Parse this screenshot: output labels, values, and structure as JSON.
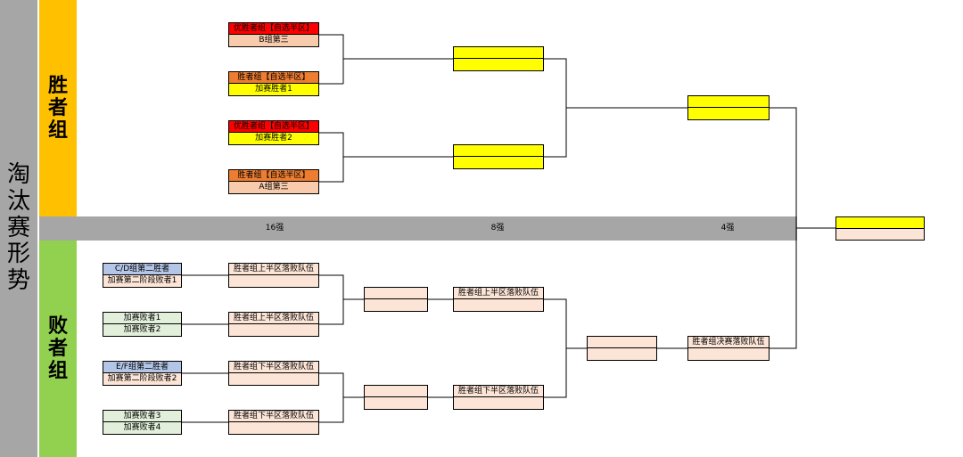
{
  "title": [
    "淘",
    "汰",
    "赛",
    "形",
    "势"
  ],
  "sections": {
    "winners": [
      "胜",
      "者",
      "组"
    ],
    "losers": [
      "败",
      "者",
      "组"
    ]
  },
  "rounds": [
    "16强",
    "8强",
    "4强"
  ],
  "colors": {
    "red": "#ff0000",
    "orange": "#ed7d31",
    "salmon": "#f8cbad",
    "yellow": "#ffff00",
    "cream": "#fce4d6",
    "blue": "#b4c6e7",
    "green": "#e2efda",
    "panel_gray": "#a6a6a6",
    "winners_orange": "#ffc000",
    "losers_green": "#92d050"
  },
  "winners_r16": [
    {
      "top": "优胜者组【自选半区】",
      "bottom": "B组第三"
    },
    {
      "top": "胜者组【自选半区】",
      "bottom": "加赛胜者1"
    },
    {
      "top": "优胜者组【自选半区】",
      "bottom": "加赛胜者2"
    },
    {
      "top": "胜者组【自选半区】",
      "bottom": "A组第三"
    }
  ],
  "losers_r1": [
    {
      "top": "C/D组第二胜者",
      "bottom": "加赛第二阶段败者1"
    },
    {
      "top": "加赛败者1",
      "bottom": "加赛败者2"
    },
    {
      "top": "E/F组第二胜者",
      "bottom": "加赛第二阶段败者2"
    },
    {
      "top": "加赛败者3",
      "bottom": "加赛败者4"
    }
  ],
  "losers_r2": [
    "胜者组上半区落败队伍",
    "胜者组上半区落败队伍",
    "胜者组下半区落败队伍",
    "胜者组下半区落败队伍"
  ],
  "losers_r4": [
    "胜者组上半区落败队伍",
    "胜者组下半区落败队伍"
  ],
  "losers_final": "胜者组决赛落败队伍"
}
